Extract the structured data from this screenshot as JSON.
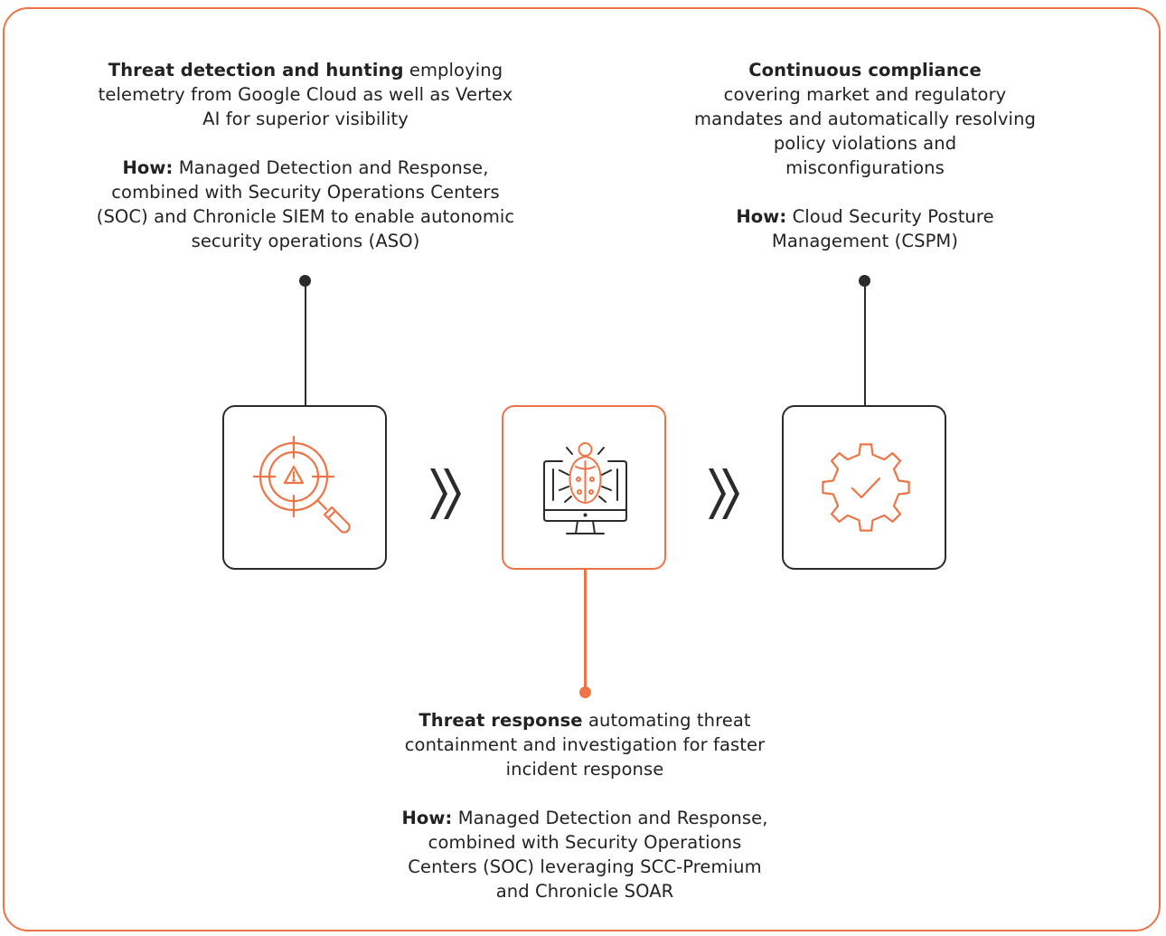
{
  "steps": {
    "detection": {
      "title": "Threat detection and hunting",
      "text": "employing telemetry from Google Cloud as well as Vertex AI for superior visibility",
      "how_label": "How:",
      "how_text": "Managed Detection and Response, combined with Security Operations Centers (SOC) and Chronicle SIEM to enable autonomic security operations (ASO)",
      "icon": "target-magnifier-warning-icon"
    },
    "response": {
      "title": "Threat response",
      "text": "automating threat containment and investigation for faster incident response",
      "how_label": "How:",
      "how_text": "Managed Detection and Response, combined with Security Operations Centers (SOC) leveraging SCC-Premium and Chronicle SOAR",
      "icon": "bug-monitor-icon"
    },
    "compliance": {
      "title": "Continuous compliance",
      "text": "covering market and regulatory mandates and automatically resolving policy violations and misconfigurations",
      "how_label": "How:",
      "how_text": "Cloud Security Posture Management (CSPM)",
      "icon": "gear-check-icon"
    }
  },
  "connector_icon": "double-chevron-right-icon",
  "colors": {
    "accent": "#ee7446",
    "dark": "#2b2b2b",
    "text": "#222222"
  }
}
